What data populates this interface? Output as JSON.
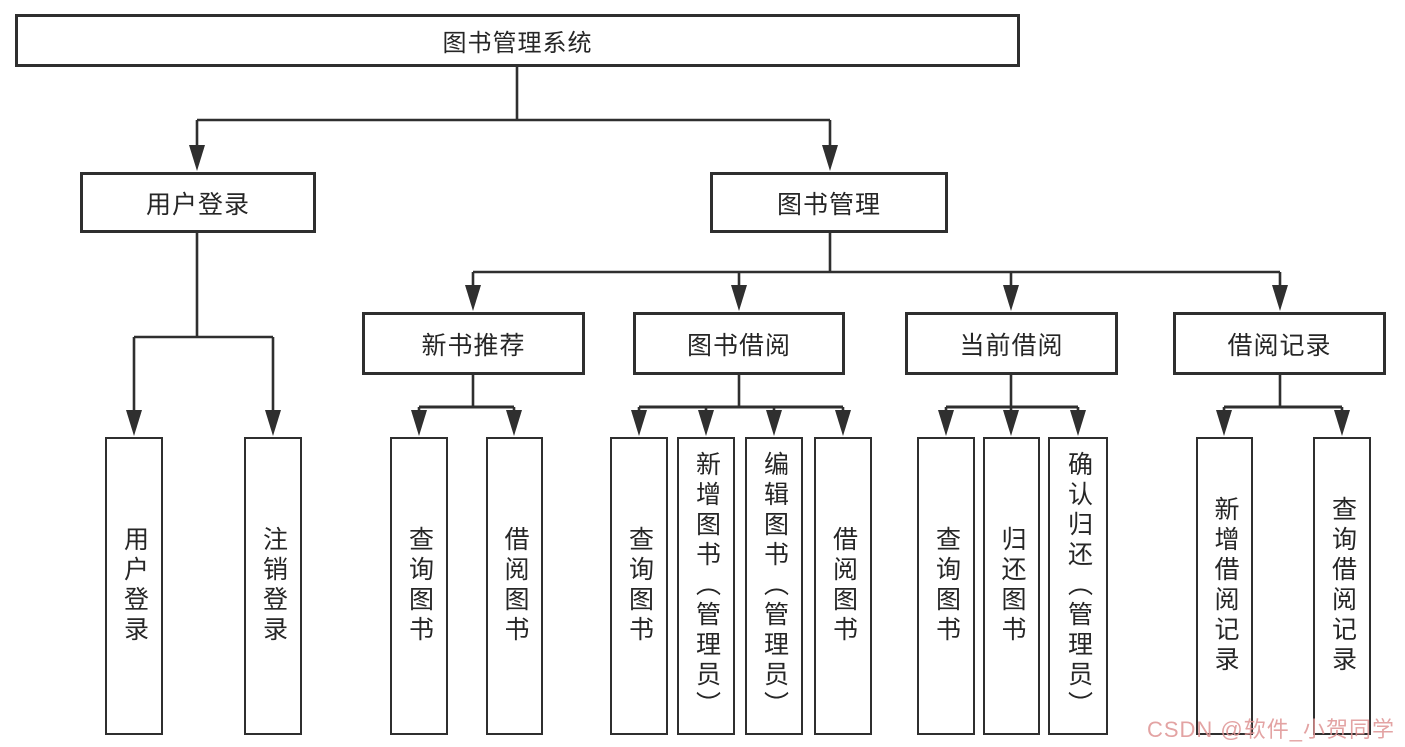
{
  "diagram": {
    "root": {
      "label": "图书管理系统"
    },
    "user_branch": {
      "label": "用户登录",
      "children": [
        {
          "label": "用户登录"
        },
        {
          "label": "注销登录"
        }
      ]
    },
    "book_mgmt": {
      "label": "图书管理",
      "sections": [
        {
          "label": "新书推荐",
          "children": [
            {
              "label": "查询图书"
            },
            {
              "label": "借阅图书"
            }
          ]
        },
        {
          "label": "图书借阅",
          "children": [
            {
              "label": "查询图书"
            },
            {
              "label": "新增图书（管理员）"
            },
            {
              "label": "编辑图书（管理员）"
            },
            {
              "label": "借阅图书"
            }
          ]
        },
        {
          "label": "当前借阅",
          "children": [
            {
              "label": "查询图书"
            },
            {
              "label": "归还图书"
            },
            {
              "label": "确认归还（管理员）"
            }
          ]
        },
        {
          "label": "借阅记录",
          "children": [
            {
              "label": "新增借阅记录"
            },
            {
              "label": "查询借阅记录"
            }
          ]
        }
      ]
    }
  },
  "watermark": {
    "text": "CSDN @软件_小贺同学"
  },
  "colors": {
    "line": "#2f2f2f",
    "box_border": "#2f2f2f",
    "box_bg": "#ffffff",
    "text": "#262626",
    "watermark": "#df9696"
  }
}
